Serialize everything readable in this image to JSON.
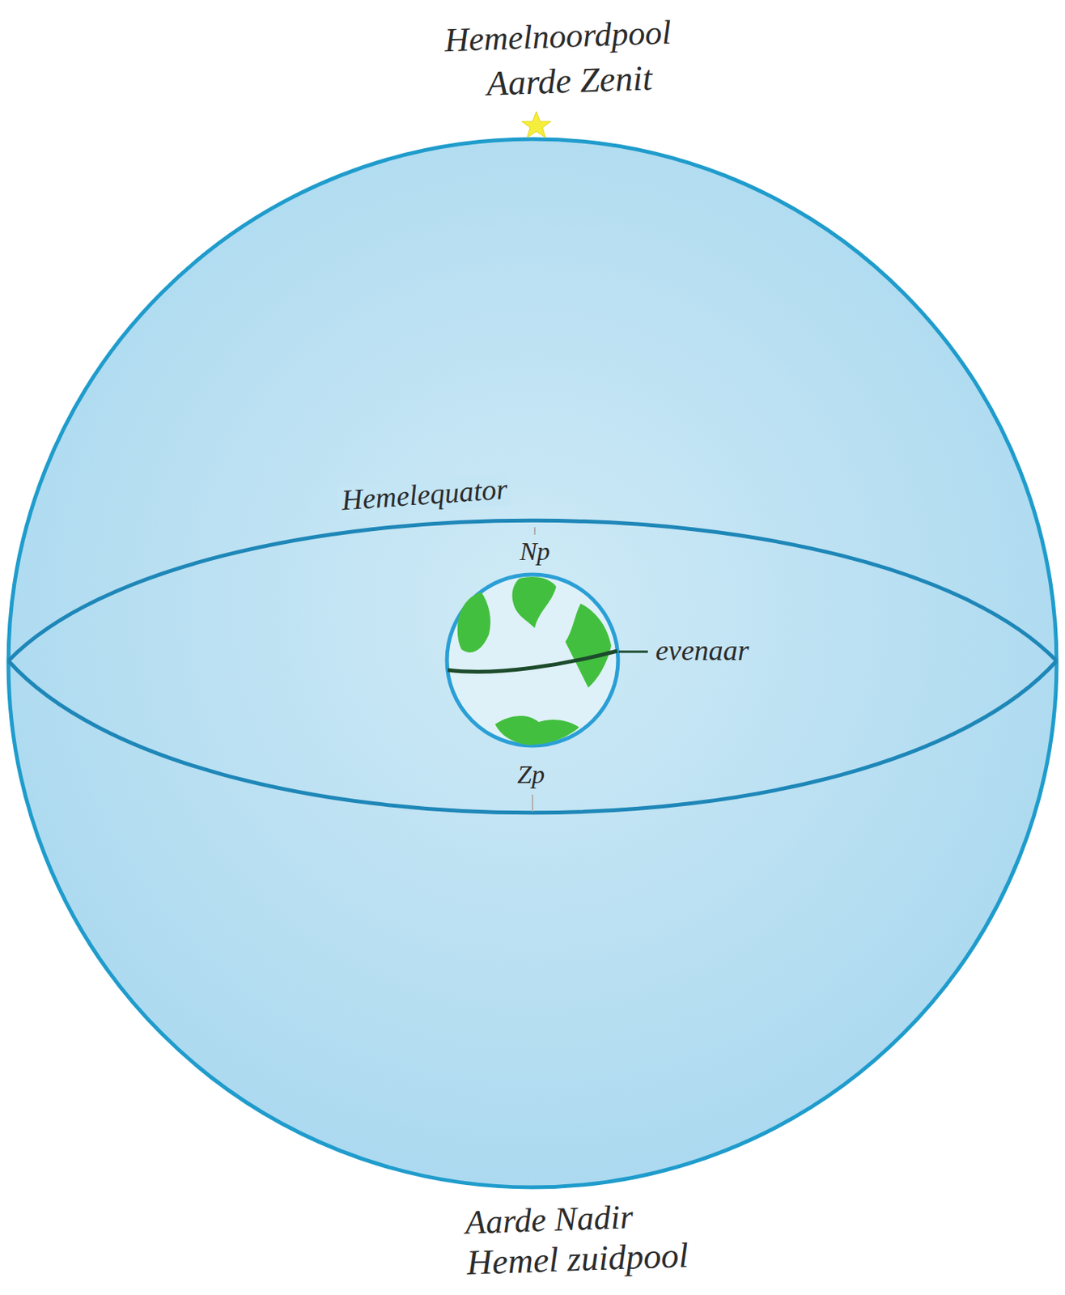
{
  "diagram": {
    "labels": [
      "Hemelnoordpool",
      "Aarde Zenit",
      "Hemelequator",
      "Np",
      "evenaar",
      "Zp",
      "Aarde Nadir",
      "Hemel zuidpool"
    ]
  }
}
